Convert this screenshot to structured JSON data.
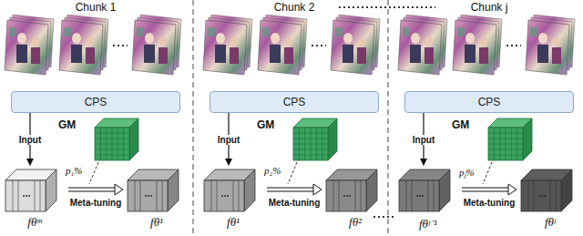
{
  "diagram": {
    "nodes": [
      {
        "text": [
          "CPS"
        ]
      },
      {
        "text": [
          "GM"
        ]
      },
      {
        "text": [
          "fθᵐ"
        ]
      },
      {
        "text": [
          "fθ¹"
        ]
      },
      {
        "text": [
          "CPS"
        ]
      },
      {
        "text": [
          "GM"
        ]
      },
      {
        "text": [
          "fθ¹"
        ]
      },
      {
        "text": [
          "fθ²"
        ]
      },
      {
        "text": [
          "CPS"
        ]
      },
      {
        "text": [
          "GM"
        ]
      },
      {
        "text": [
          "fθʲ⁻¹"
        ]
      },
      {
        "text": [
          "fθʲ"
        ]
      }
    ],
    "edges": [
      {
        "from": 0,
        "to": 2,
        "arrow": "to",
        "label": "Input"
      },
      {
        "from": 2,
        "to": 3,
        "arrow": "to",
        "label": "Meta-tuning"
      },
      {
        "from": 4,
        "to": 6,
        "arrow": "to",
        "label": "Input"
      },
      {
        "from": 6,
        "to": 7,
        "arrow": "to",
        "label": "Meta-tuning"
      },
      {
        "from": 8,
        "to": 10,
        "arrow": "to",
        "label": "Input"
      },
      {
        "from": 10,
        "to": 11,
        "arrow": "to",
        "label": "Meta-tuning"
      }
    ],
    "labels": [
      "Chunk 1",
      "Chunk 2",
      "Chunk j",
      "p₁%",
      "p₂%",
      "pⱼ%"
    ]
  }
}
